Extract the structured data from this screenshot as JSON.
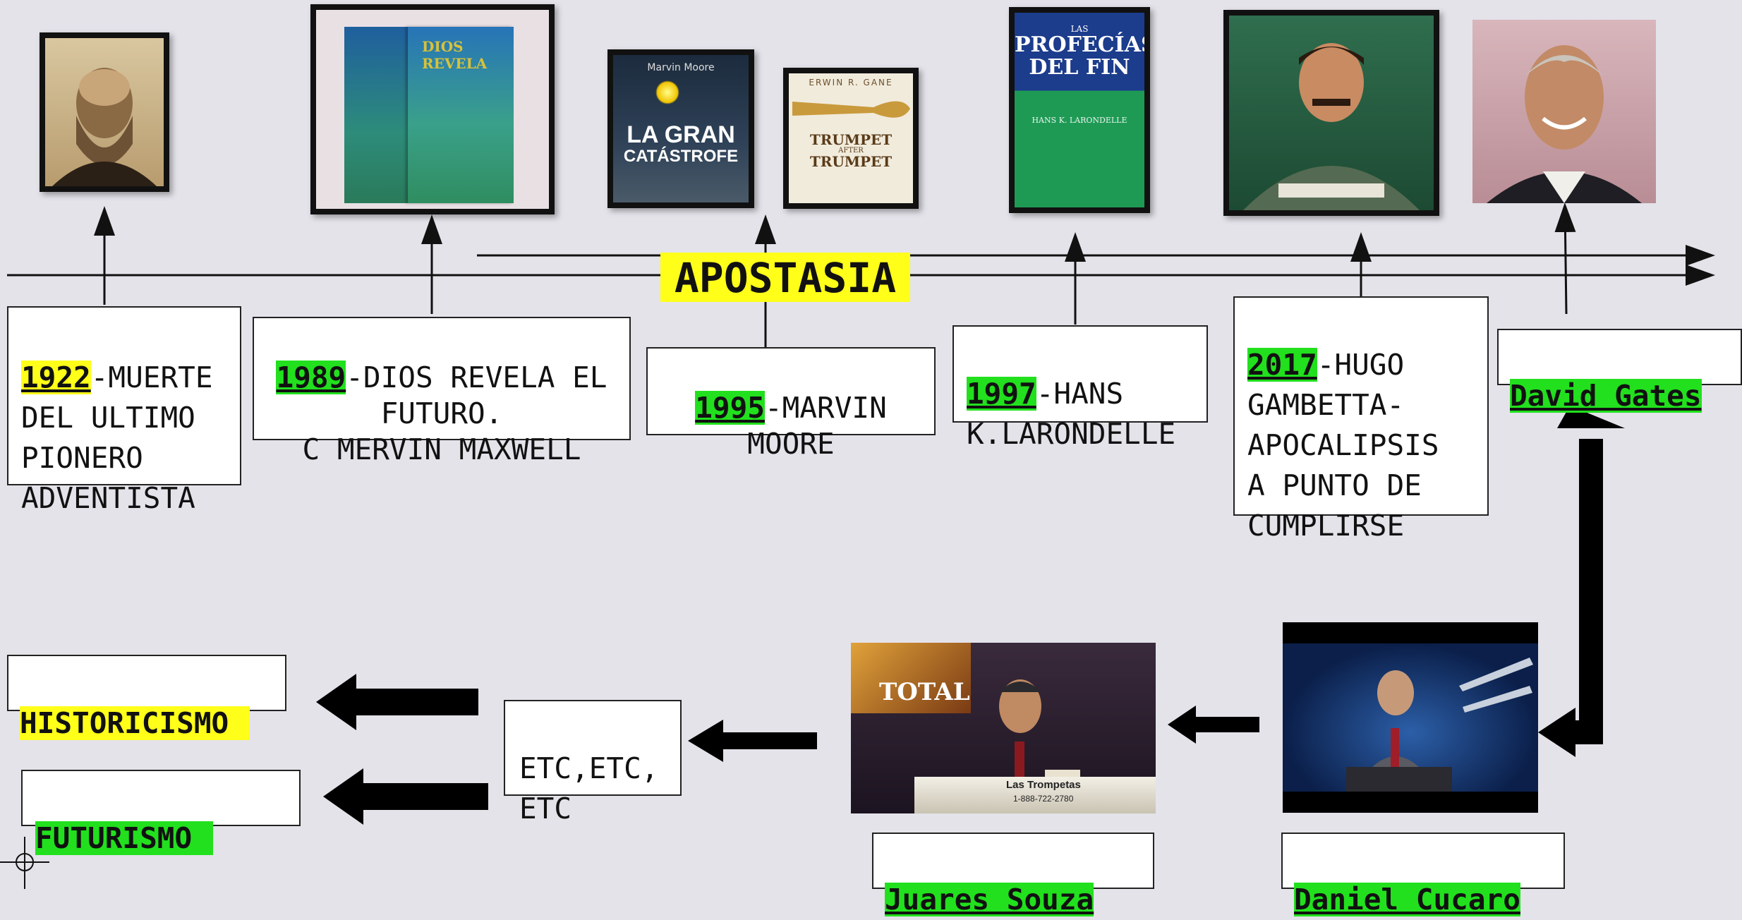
{
  "timeline": {
    "apostasia_label": "APOSTASIA",
    "events": [
      {
        "year": "1922",
        "text": "-MUERTE\nDEL ULTIMO\nPIONERO\nADVENTISTA",
        "year_color": "#ffff1a"
      },
      {
        "year": "1989",
        "text": "-DIOS REVELA EL\nFUTURO.\nC MERVIN MAXWELL",
        "year_color": "#22e01e"
      },
      {
        "year": "1995",
        "text": "-MARVIN\nMOORE",
        "year_color": "#22e01e"
      },
      {
        "year": "1997",
        "text": "-HANS\nK.LARONDELLE",
        "year_color": "#22e01e"
      },
      {
        "year": "2017",
        "text": "-HUGO\nGAMBETTA-\nAPOCALIPSIS\nA PUNTO DE\nCUMPLIRSE",
        "year_color": "#22e01e"
      }
    ],
    "david_gates": "David Gates"
  },
  "books": {
    "gran_catastrofe": {
      "author": "Marvin Moore",
      "title_line1": "LA GRAN",
      "title_line2": "CATÁSTROFE"
    },
    "trumpet": {
      "author": "ERWIN R. GANE",
      "title_line1": "TRUMPET",
      "title_after": "AFTER",
      "title_line2": "TRUMPET"
    },
    "profecias": {
      "small": "LAS",
      "title_line1": "PROFECÍAS",
      "title_line2": "DEL FIN",
      "author": "HANS K. LARONDELLE"
    }
  },
  "bottom": {
    "historicismo": "HISTORICISMO",
    "futurismo": "FUTURISMO",
    "etc": "ETC,ETC,\nETC",
    "juares": "Juares Souza",
    "daniel": "Daniel Cucaro",
    "tv_lower": "Las Trompetas",
    "tv_phone": "1-888-722-2780",
    "tv_total": "TOTAL"
  },
  "colors": {
    "yellow": "#ffff1a",
    "green": "#22e01e",
    "background": "#e4e3ea"
  }
}
